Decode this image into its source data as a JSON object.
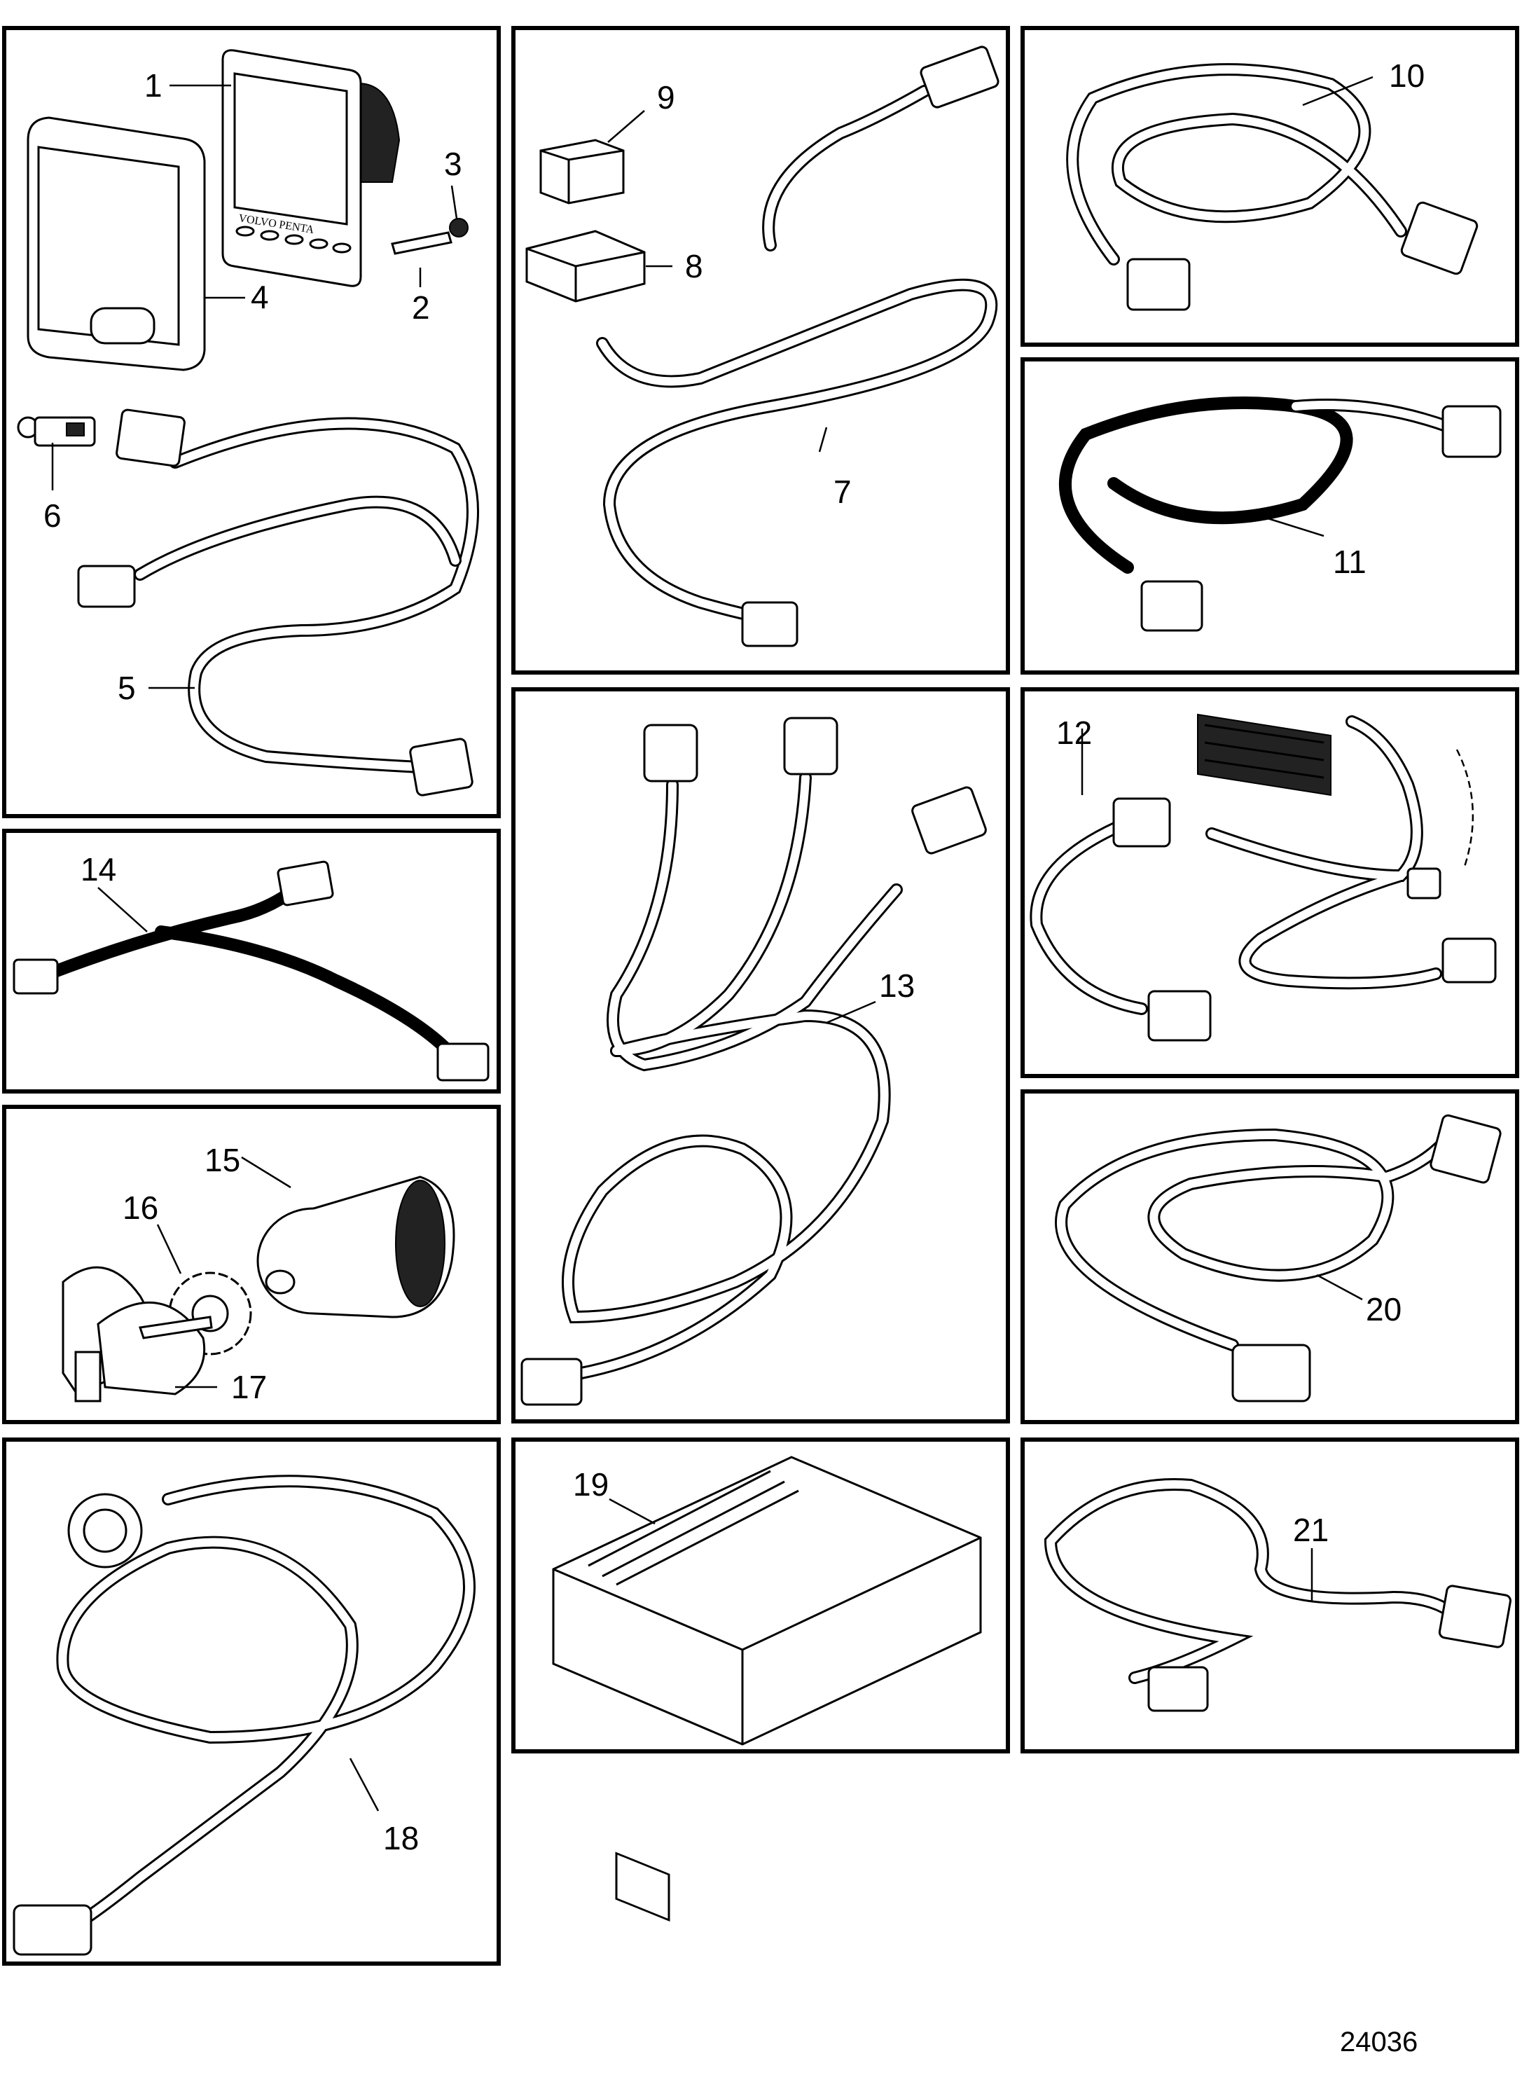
{
  "callouts": {
    "c1": "1",
    "c2": "2",
    "c3": "3",
    "c4": "4",
    "c5": "5",
    "c6": "6",
    "c7": "7",
    "c8": "8",
    "c9": "9",
    "c10": "10",
    "c11": "11",
    "c12": "12",
    "c13": "13",
    "c14": "14",
    "c15": "15",
    "c16": "16",
    "c17": "17",
    "c18": "18",
    "c19": "19",
    "c20": "20",
    "c21": "21"
  },
  "display_brand": "VOLVO PENTA",
  "drawing_number": "24036"
}
